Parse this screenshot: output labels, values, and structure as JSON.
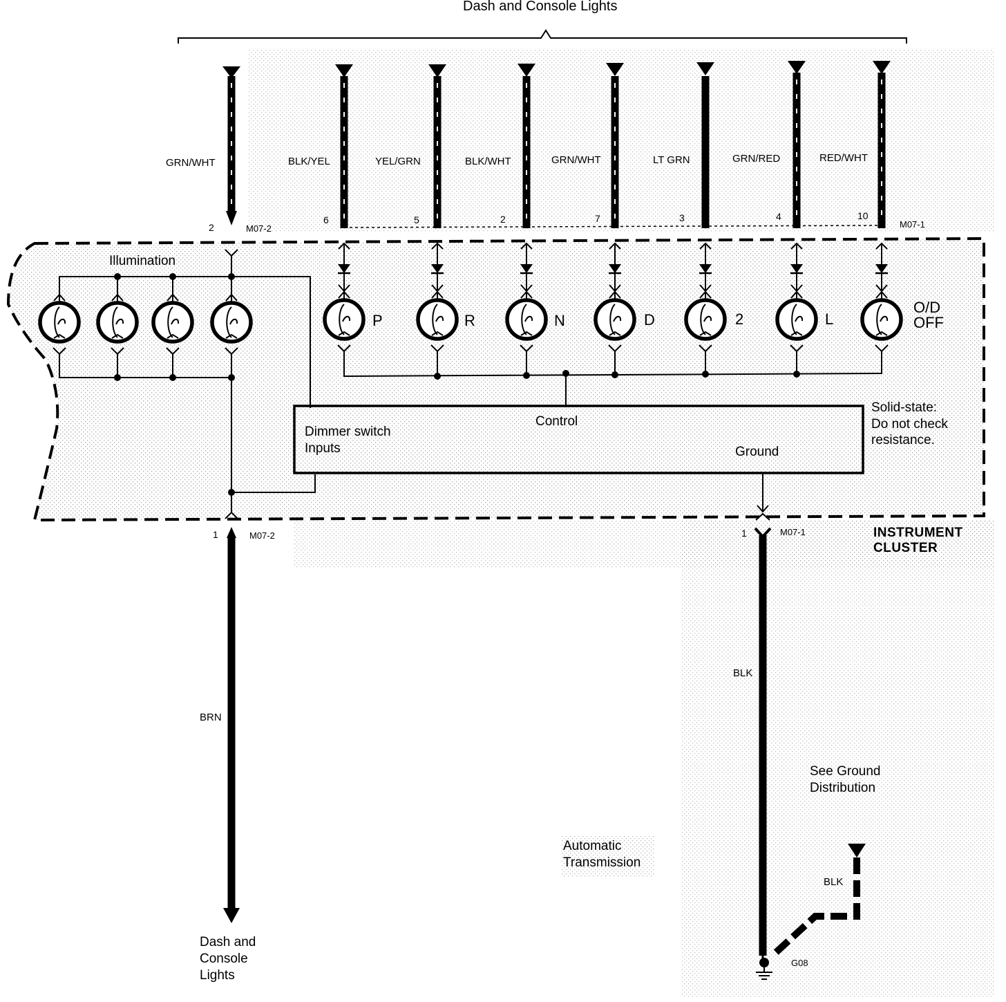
{
  "header": {
    "title": "Dash and Console Lights"
  },
  "top_wires": [
    {
      "color": "GRN/WHT",
      "pin": "2",
      "connector": "M07-2"
    },
    {
      "color": "BLK/YEL",
      "pin": "6"
    },
    {
      "color": "YEL/GRN",
      "pin": "5"
    },
    {
      "color": "BLK/WHT",
      "pin": "2"
    },
    {
      "color": "GRN/WHT",
      "pin": "7"
    },
    {
      "color": "LT GRN",
      "pin": "3"
    },
    {
      "color": "GRN/RED",
      "pin": "4"
    },
    {
      "color": "RED/WHT",
      "pin": "10",
      "connector": "M07-1"
    }
  ],
  "cluster": {
    "illumination_label": "Illumination",
    "indicators": [
      "P",
      "R",
      "N",
      "D",
      "2",
      "L"
    ],
    "od_off": {
      "line1": "O/D",
      "line2": "OFF"
    },
    "control_box": {
      "control": "Control",
      "dimmer_line1": "Dimmer switch",
      "dimmer_line2": "Inputs",
      "ground": "Ground"
    },
    "note": {
      "line1": "Solid-state:",
      "line2": "Do not check",
      "line3": "resistance."
    },
    "name": {
      "line1": "INSTRUMENT",
      "line2": "CLUSTER"
    }
  },
  "bottom_left": {
    "pin": "1",
    "connector": "M07-2",
    "wire_color": "BRN",
    "dest_line1": "Dash and",
    "dest_line2": "Console",
    "dest_line3": "Lights"
  },
  "bottom_right": {
    "pin": "1",
    "connector": "M07-1",
    "wire_color": "BLK",
    "see_line1": "See Ground",
    "see_line2": "Distribution",
    "auto_line1": "Automatic",
    "auto_line2": "Transmission",
    "alt_wire_color": "BLK",
    "ground_id": "G08"
  }
}
